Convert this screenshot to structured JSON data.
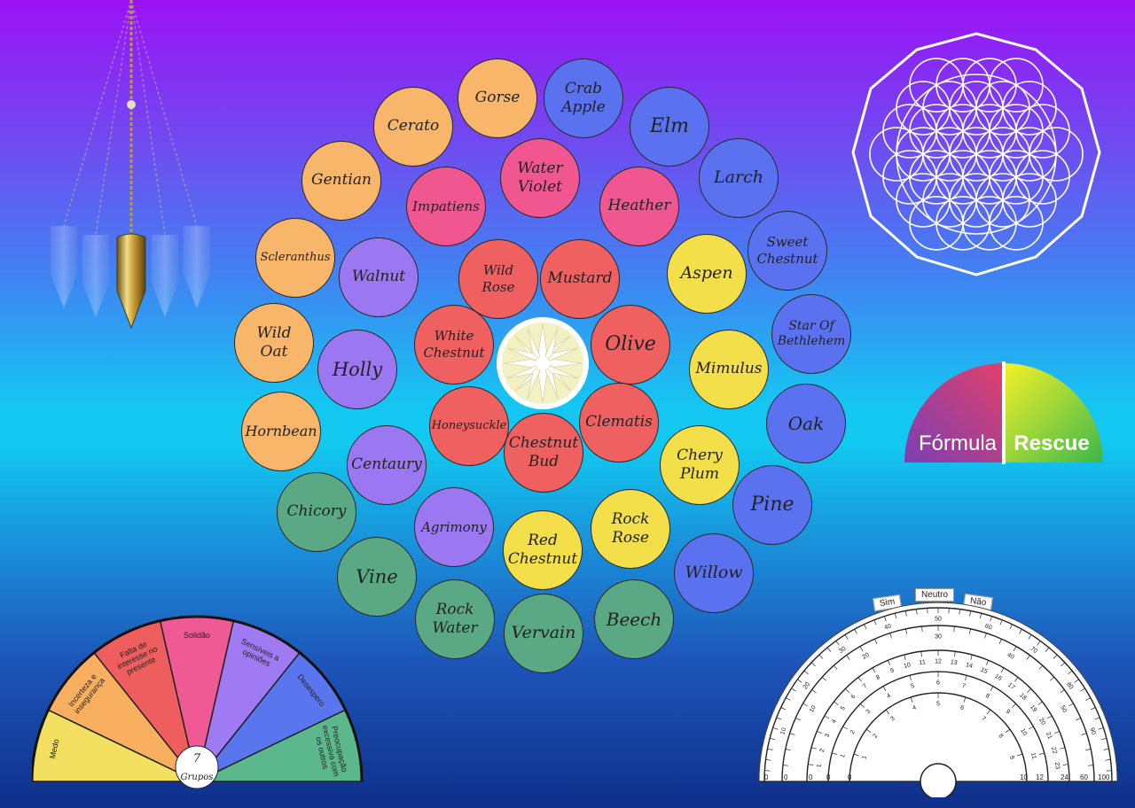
{
  "board": {
    "remedies": [
      {
        "id": "gorse",
        "label": "Gorse",
        "color": "orange"
      },
      {
        "id": "crab-apple",
        "label": "Crab\nApple",
        "color": "blue"
      },
      {
        "id": "elm",
        "label": "Elm",
        "color": "blue"
      },
      {
        "id": "cerato",
        "label": "Cerato",
        "color": "orange"
      },
      {
        "id": "water-violet",
        "label": "Water\nViolet",
        "color": "pink"
      },
      {
        "id": "larch",
        "label": "Larch",
        "color": "blue"
      },
      {
        "id": "gentian",
        "label": "Gentian",
        "color": "orange"
      },
      {
        "id": "impatiens",
        "label": "Impatiens",
        "color": "pink"
      },
      {
        "id": "heather",
        "label": "Heather",
        "color": "pink"
      },
      {
        "id": "sweet-chestnut",
        "label": "Sweet\nChestnut",
        "color": "blue"
      },
      {
        "id": "scleranthus",
        "label": "Scleranthus",
        "color": "orange"
      },
      {
        "id": "walnut",
        "label": "Walnut",
        "color": "violet"
      },
      {
        "id": "wild-rose",
        "label": "Wild Rose",
        "color": "red"
      },
      {
        "id": "mustard",
        "label": "Mustard",
        "color": "red"
      },
      {
        "id": "aspen",
        "label": "Aspen",
        "color": "yellow"
      },
      {
        "id": "star-of-bethlehem",
        "label": "Star Of\nBethlehem",
        "color": "blue"
      },
      {
        "id": "wild-oat",
        "label": "Wild\nOat",
        "color": "orange"
      },
      {
        "id": "holly",
        "label": "Holly",
        "color": "violet"
      },
      {
        "id": "white-chestnut",
        "label": "White\nChestnut",
        "color": "red"
      },
      {
        "id": "olive",
        "label": "Olive",
        "color": "red"
      },
      {
        "id": "mimulus",
        "label": "Mimulus",
        "color": "yellow"
      },
      {
        "id": "hornbean",
        "label": "Hornbean",
        "color": "orange"
      },
      {
        "id": "honeysuckle",
        "label": "Honeysuckle",
        "color": "red"
      },
      {
        "id": "clematis",
        "label": "Clematis",
        "color": "red"
      },
      {
        "id": "oak",
        "label": "Oak",
        "color": "blue"
      },
      {
        "id": "centaury",
        "label": "Centaury",
        "color": "violet"
      },
      {
        "id": "chestnut-bud",
        "label": "Chestnut\nBud",
        "color": "red"
      },
      {
        "id": "cherry-plum",
        "label": "Chery\nPlum",
        "color": "yellow"
      },
      {
        "id": "chicory",
        "label": "Chicory",
        "color": "green"
      },
      {
        "id": "pine",
        "label": "Pine",
        "color": "blue"
      },
      {
        "id": "agrimony",
        "label": "Agrimony",
        "color": "violet"
      },
      {
        "id": "rock-rose",
        "label": "Rock\nRose",
        "color": "yellow"
      },
      {
        "id": "red-chestnut",
        "label": "Red\nChestnut",
        "color": "yellow"
      },
      {
        "id": "vine",
        "label": "Vine",
        "color": "green"
      },
      {
        "id": "willow",
        "label": "Willow",
        "color": "blue"
      },
      {
        "id": "rock-water",
        "label": "Rock\nWater",
        "color": "green"
      },
      {
        "id": "beech",
        "label": "Beech",
        "color": "green"
      },
      {
        "id": "vervain",
        "label": "Vervain",
        "color": "green"
      }
    ]
  },
  "rescue": {
    "left_label": "Fórmula",
    "right_label": "Rescue"
  },
  "groups_wheel": {
    "center_number": "7",
    "center_label": "Grupos",
    "segments": [
      {
        "label": "Medo",
        "color": "#f3e060"
      },
      {
        "label": "Incerteza e insegurança",
        "color": "#f8b060"
      },
      {
        "label": "Falta de interesse no presente",
        "color": "#ee5e5e"
      },
      {
        "label": "Solidão",
        "color": "#f05a94"
      },
      {
        "label": "Sensíveis a opiniões",
        "color": "#a07af2"
      },
      {
        "label": "Desespero",
        "color": "#5a76ef"
      },
      {
        "label": "Preocupação excessiva com os outros",
        "color": "#5bb88c"
      }
    ]
  },
  "protractor": {
    "sim_label": "Sim",
    "neutro_label": "Neutro",
    "nao_label": "Não",
    "scale_end_values": [
      "10",
      "12",
      "24",
      "60",
      "100"
    ],
    "scale_zero": "0"
  }
}
